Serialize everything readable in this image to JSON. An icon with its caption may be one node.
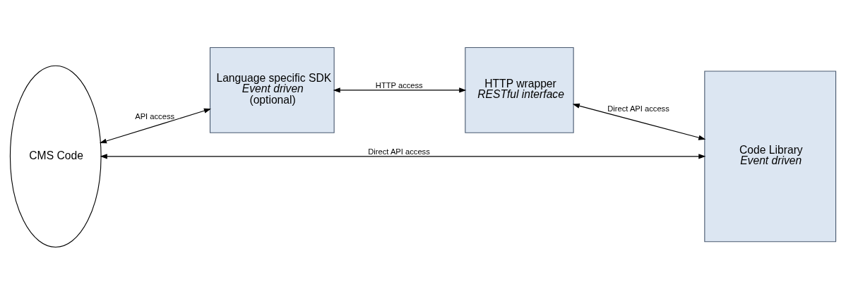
{
  "diagram": {
    "nodes": [
      {
        "text": [
          "CMS Code"
        ]
      },
      {
        "text": [
          "Language specific SDK",
          "Event driven",
          "(optional)"
        ]
      },
      {
        "text": [
          "HTTP wrapper",
          "RESTful interface"
        ]
      },
      {
        "text": [
          "Code Library",
          "Event driven"
        ]
      }
    ],
    "edges": [
      {
        "from": 0,
        "to": 3,
        "arrow": "both",
        "label": "Direct API access"
      },
      {
        "from": 0,
        "to": 1,
        "arrow": "both",
        "label": "API access"
      },
      {
        "from": 1,
        "to": 2,
        "arrow": "both",
        "label": "HTTP access"
      },
      {
        "from": 2,
        "to": 3,
        "arrow": "both",
        "label": "Direct API access"
      }
    ]
  }
}
